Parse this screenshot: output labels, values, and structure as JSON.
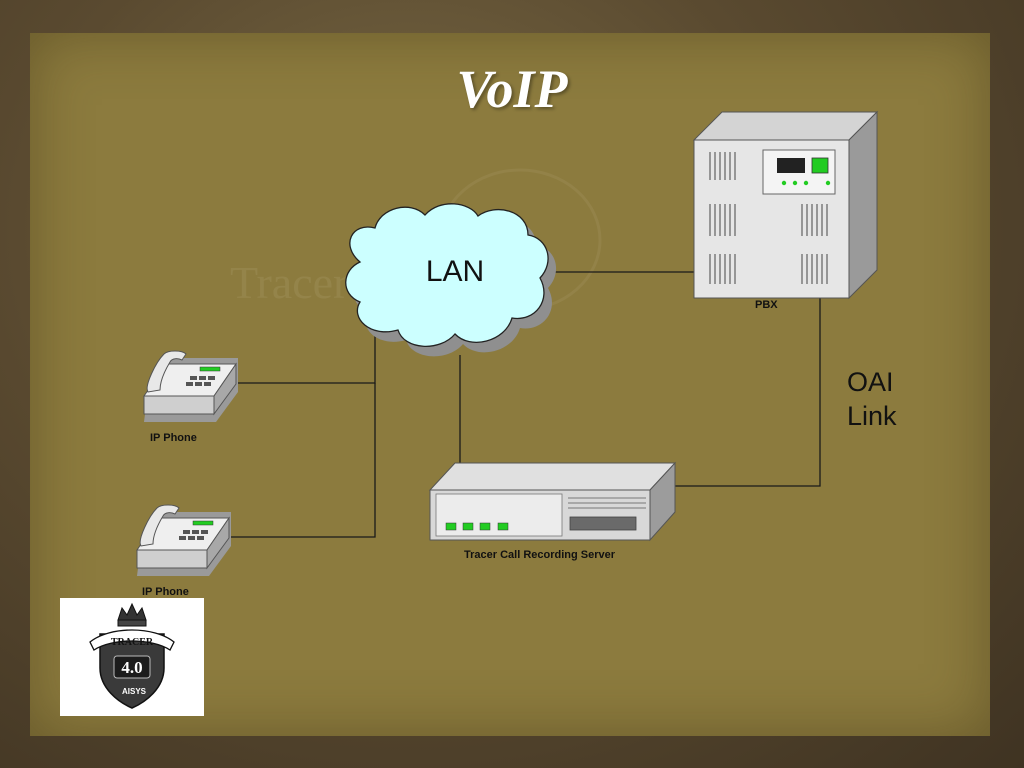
{
  "slide": {
    "title": "VoIP"
  },
  "diagram": {
    "lan_label": "LAN",
    "pbx_label": "PBX",
    "oai_label_line1": "OAI",
    "oai_label_line2": "Link",
    "ip_phone_1_label": "IP Phone",
    "ip_phone_2_label": "IP Phone",
    "server_label": "Tracer Call Recording Server"
  },
  "watermark": {
    "text": "Tracer Treasury"
  },
  "logo": {
    "ribbon_text": "TRACER",
    "version": "4.0",
    "brand": "AISYS"
  },
  "colors": {
    "slide_background": "#8c7b3e",
    "cloud_fill": "#ccffff",
    "status_led": "#22cc22",
    "line": "#1a1a1a"
  }
}
